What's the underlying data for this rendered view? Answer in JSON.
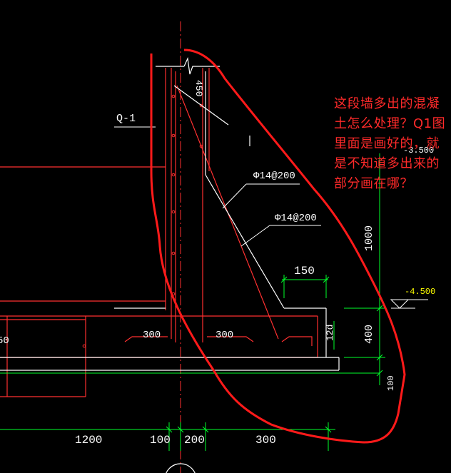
{
  "labels": {
    "wall_tag": "Q-1",
    "rebar_top": "Φ14@200",
    "rebar_bottom": "Φ14@200",
    "dim_450": "450",
    "dim_150": "150",
    "dim_300_left": "300",
    "dim_300_right": "300",
    "dim_12d": "12d",
    "dim_1000": "1000",
    "dim_400": "400",
    "dim_100_right": "100",
    "dim_50_partial": "50",
    "elev_upper": "-3.500",
    "elev_lower": "-4.500",
    "dim_1200": "1200",
    "dim_100_bottom": "100",
    "dim_200": "200",
    "dim_300_bottom": "300"
  },
  "annotation": {
    "text": "这段墙多出的混凝土怎么处理？Q1图里面是画好的，就是不知道多出来的部分画在哪？",
    "color": "#ff2a2a"
  },
  "colors": {
    "background": "#000000",
    "wall": "#ff3030",
    "lines": "#ffffff",
    "dimension": "#00ff2a",
    "elevation": "#ffff00",
    "markup": "#ff1a1a"
  }
}
